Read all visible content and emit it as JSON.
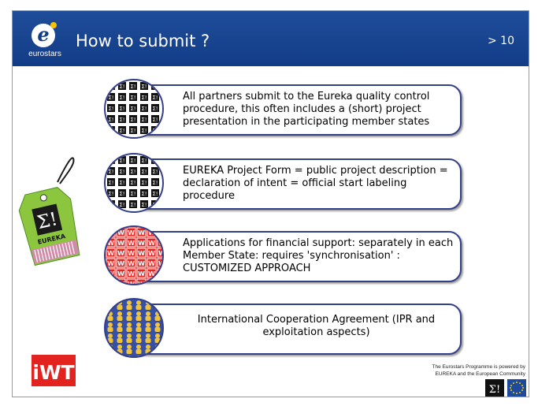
{
  "header": {
    "logo_text": "eurostars",
    "title": "How to submit ?",
    "page": "> 10"
  },
  "tag": {
    "brand": "EUREKA"
  },
  "rows": [
    {
      "text": "All partners submit to the Eureka quality control procedure, this often includes a (short) project presentation in the participating member states"
    },
    {
      "text": "EUREKA Project Form = public project description = declaration of intent = official start labeling procedure"
    },
    {
      "text": "Applications for financial support: separately in each Member State: requires 'synchronisation' : CUSTOMIZED APPROACH"
    },
    {
      "text": "International Cooperation Agreement (IPR and exploitation aspects)"
    }
  ],
  "footer": {
    "iwt": "iWT",
    "powered_line1": "The Eurostars Programme is powered by",
    "powered_line2": "EUREKA and the European Community"
  },
  "colors": {
    "header_blue": "#1f4d9a",
    "bubble_border": "#343f8a",
    "tag_green": "#8cc63f",
    "iwt_red": "#e3231f",
    "eu_blue": "#1e4a9b",
    "eu_star": "#ffcc00"
  }
}
